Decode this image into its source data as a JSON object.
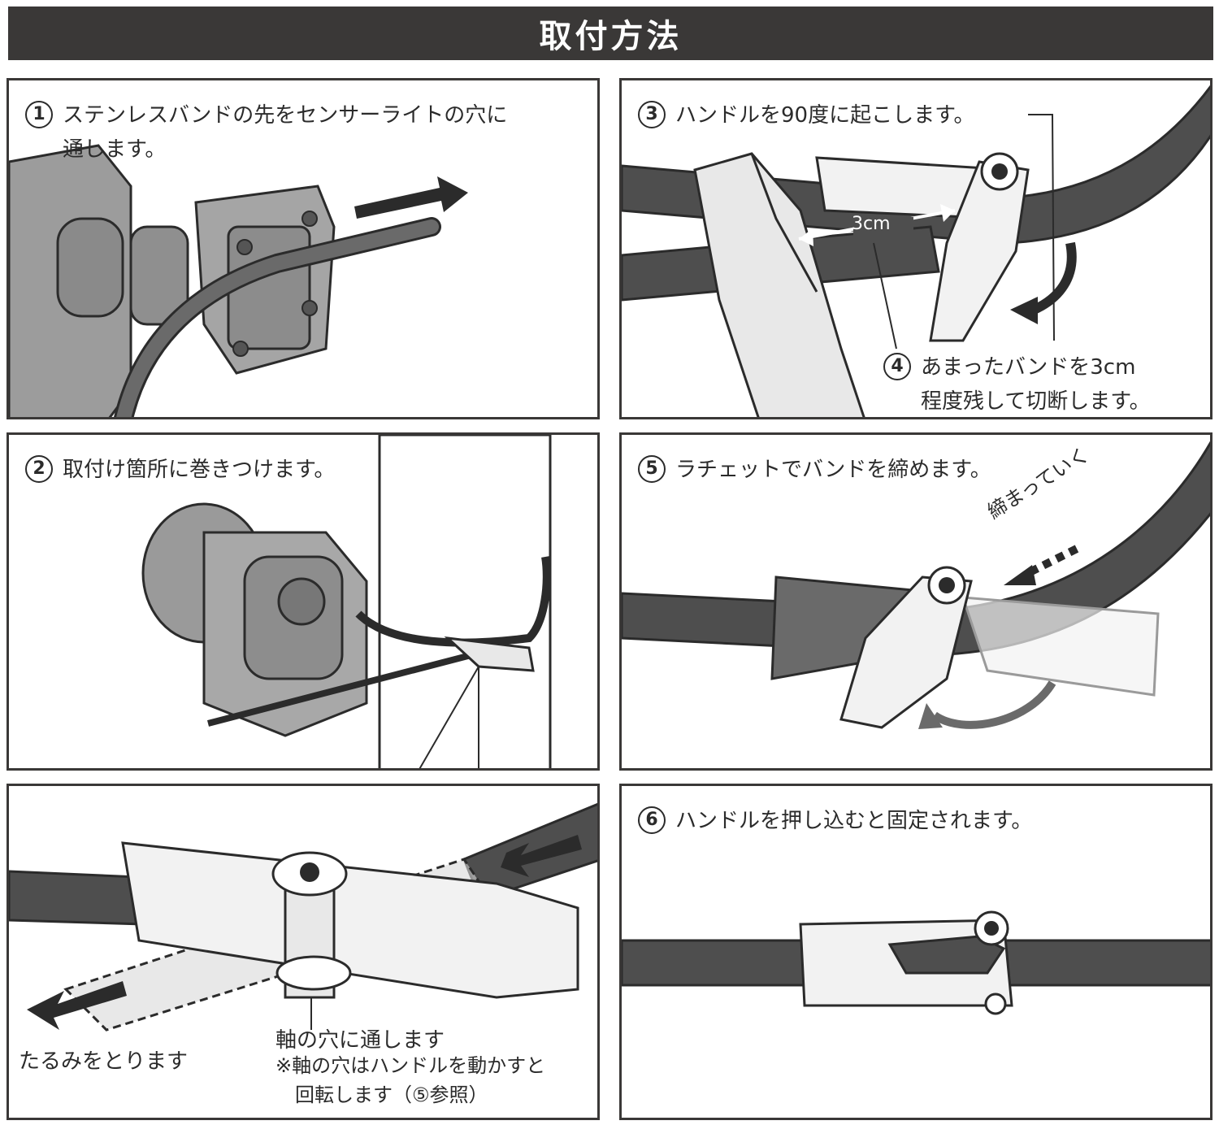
{
  "title": "取付方法",
  "steps": {
    "s1": {
      "num": "1",
      "text": "ステンレスバンドの先をセンサーライトの穴に\n通します。"
    },
    "s2": {
      "num": "2",
      "text": "取付け箇所に巻きつけます。"
    },
    "s3": {
      "num": "3",
      "text": "ハンドルを90度に起こします。"
    },
    "s4": {
      "num": "4",
      "text": "あまったバンドを3cm\n程度残して切断します。"
    },
    "s5": {
      "num": "5",
      "text": "ラチェットでバンドを締めます。"
    },
    "s6": {
      "num": "6",
      "text": "ハンドルを押し込むと固定されます。"
    }
  },
  "labels": {
    "measure": "3cm",
    "tightening": "締まっていく",
    "slack": "たるみをとります",
    "through_axis": "軸の穴に通します",
    "note_line1": "※軸の穴はハンドルを動かすと",
    "note_line2": "回転します（⑤参照）"
  }
}
